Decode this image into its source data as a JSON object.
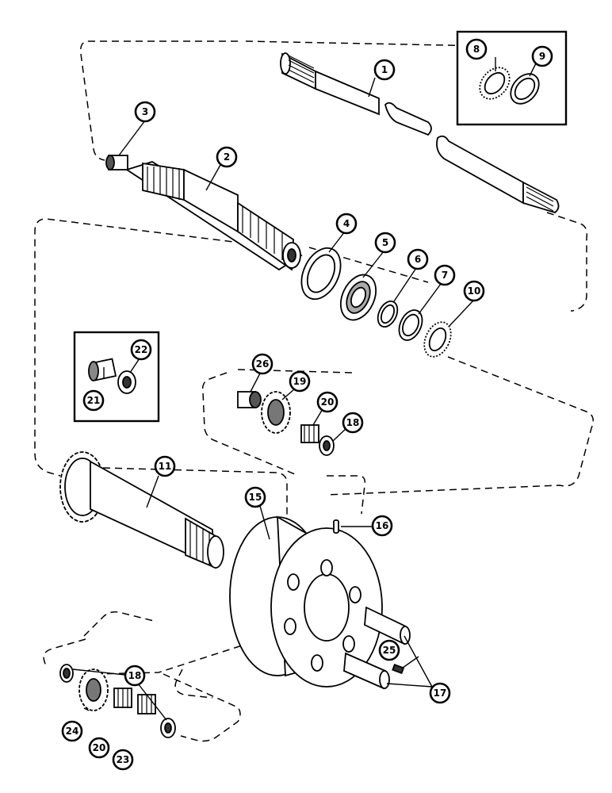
{
  "callouts": [
    {
      "id": "c1",
      "label": "1"
    },
    {
      "id": "c2",
      "label": "2"
    },
    {
      "id": "c3",
      "label": "3"
    },
    {
      "id": "c4",
      "label": "4"
    },
    {
      "id": "c5",
      "label": "5"
    },
    {
      "id": "c6",
      "label": "6"
    },
    {
      "id": "c7",
      "label": "7"
    },
    {
      "id": "c8",
      "label": "8"
    },
    {
      "id": "c9",
      "label": "9"
    },
    {
      "id": "c10",
      "label": "10"
    },
    {
      "id": "c11",
      "label": "11"
    },
    {
      "id": "c15",
      "label": "15"
    },
    {
      "id": "c16",
      "label": "16"
    },
    {
      "id": "c17",
      "label": "17"
    },
    {
      "id": "c18a",
      "label": "18"
    },
    {
      "id": "c18b",
      "label": "18"
    },
    {
      "id": "c19",
      "label": "19"
    },
    {
      "id": "c20a",
      "label": "20"
    },
    {
      "id": "c20b",
      "label": "20"
    },
    {
      "id": "c21",
      "label": "21"
    },
    {
      "id": "c22",
      "label": "22"
    },
    {
      "id": "c23",
      "label": "23"
    },
    {
      "id": "c24",
      "label": "24"
    },
    {
      "id": "c25",
      "label": "25"
    },
    {
      "id": "c26",
      "label": "26"
    }
  ]
}
